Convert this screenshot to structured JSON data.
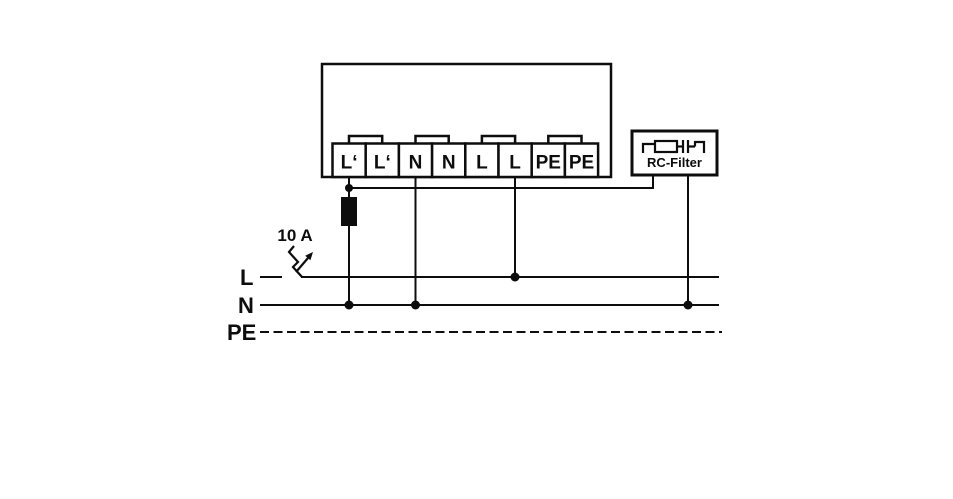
{
  "diagram": {
    "kind": "electrical-wiring-diagram",
    "colors": {
      "line": "#0d0d0d",
      "background": "#ffffff"
    }
  },
  "device": {
    "terminals": [
      "L‘",
      "L‘",
      "N",
      "N",
      "L",
      "L",
      "PE",
      "PE"
    ]
  },
  "rc_filter": {
    "label": "RC-Filter"
  },
  "circuit_breaker": {
    "rating": "10 A"
  },
  "bus": {
    "l": "L",
    "n": "N",
    "pe": "PE"
  }
}
